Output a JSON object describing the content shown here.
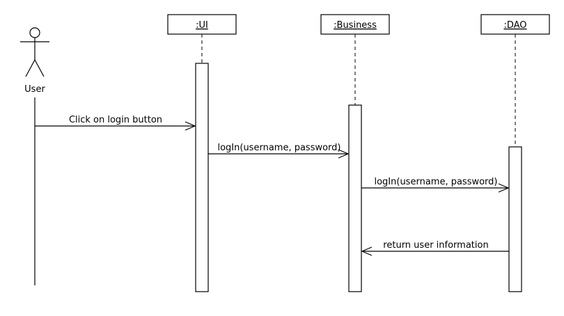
{
  "diagram": {
    "type": "uml-sequence",
    "actor": {
      "label": "User"
    },
    "lifelines": [
      {
        "id": "ui",
        "label": ":UI"
      },
      {
        "id": "business",
        "label": ":Business"
      },
      {
        "id": "dao",
        "label": ":DAO"
      }
    ],
    "messages": [
      {
        "from": "user",
        "to": "ui",
        "label": "Click on login button",
        "kind": "call"
      },
      {
        "from": "ui",
        "to": "business",
        "label": "logIn(username, password)",
        "kind": "call"
      },
      {
        "from": "business",
        "to": "dao",
        "label": "logIn(username, password)",
        "kind": "call"
      },
      {
        "from": "dao",
        "to": "business",
        "label": "return user information",
        "kind": "return"
      }
    ],
    "colors": {
      "line": "#000000",
      "background": "#ffffff"
    }
  }
}
